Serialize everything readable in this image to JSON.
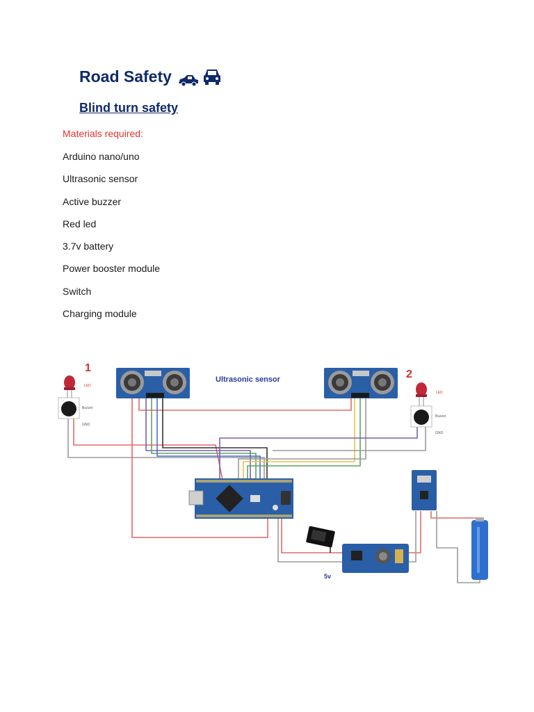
{
  "document": {
    "title": "Road Safety",
    "subtitle": "Blind turn safety",
    "materials_heading": "Materials required:",
    "materials": [
      "Arduino nano/uno",
      "Ultrasonic sensor",
      "Active buzzer",
      "Red led",
      "3.7v battery",
      "Power booster module",
      "Switch",
      "Charging module"
    ],
    "title_icons": [
      "car-crash-icon",
      "car-icon"
    ]
  },
  "diagram": {
    "label_1": "1",
    "label_2": "2",
    "sensor_label": "Ultrasonic sensor",
    "led_label_left": "LED",
    "led_label_right": "LED",
    "buzzer_label_left": "Buzzer",
    "buzzer_label_right": "Buzzer",
    "gnd_label_left": "GND",
    "gnd_label_right": "GND",
    "voltage_label": "5v",
    "colors": {
      "wire_red": "#e06a6a",
      "wire_grey": "#9a9a9a",
      "wire_purple": "#7a5fb0",
      "wire_yellow": "#e8c34a",
      "wire_green": "#5da35d",
      "wire_blue": "#4a6fd0",
      "wire_black": "#333333",
      "pcb_blue": "#2a5fa8",
      "battery_blue": "#2f6fd0",
      "label_red": "#d0302a",
      "sensor_text": "#2a3a9a"
    }
  }
}
